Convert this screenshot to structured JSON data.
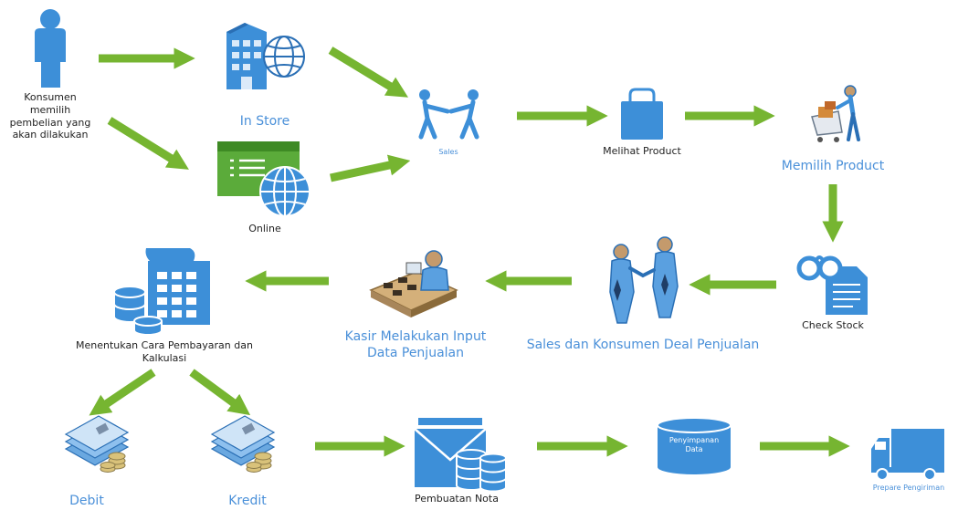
{
  "nodes": {
    "konsumen": [
      "Konsumen",
      "memilih",
      "pembelian yang",
      "akan dilakukan"
    ],
    "in_store": "In Store",
    "online": "Online",
    "sales": "Sales",
    "melihat_product": "Melihat Product",
    "memilih_product": "Memilih Product",
    "check_stock": "Check Stock",
    "deal": "Sales dan Konsumen Deal Penjualan",
    "kasir": [
      "Kasir Melakukan Input",
      "Data Penjualan"
    ],
    "kalkulasi": [
      "Menentukan Cara Pembayaran dan",
      "Kalkulasi"
    ],
    "debit": "Debit",
    "kredit": "Kredit",
    "nota": "Pembuatan Nota",
    "penyimpanan": [
      "Penyimpanan",
      "Data"
    ],
    "pengiriman": "Prepare Pengiriman"
  },
  "colors": {
    "arrow": "#76b531",
    "icon_blue": "#3d8fd8",
    "label_blue": "#4a90d9",
    "label_dark": "#222222"
  },
  "icons": [
    "person-icon",
    "building-globe-icon",
    "browser-globe-icon",
    "handshake-icon",
    "shopping-bag-icon",
    "shopping-cart-icon",
    "glasses-document-icon",
    "deal-people-icon",
    "cashier-icon",
    "calculator-database-icon",
    "debit-documents-icon",
    "kredit-documents-icon",
    "envelope-database-icon",
    "database-cylinder-icon",
    "delivery-truck-icon"
  ]
}
